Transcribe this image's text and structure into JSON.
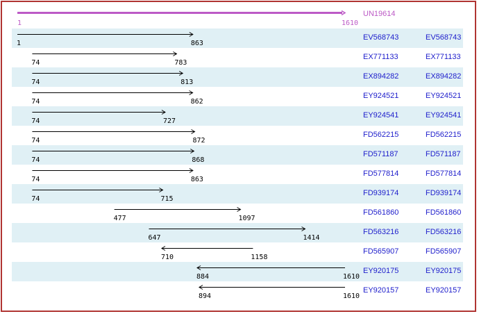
{
  "colors": {
    "reference": "#bc5ac6",
    "accession_link": "#2020cc",
    "row_shade": "#e0f0f5",
    "frame_border": "#b03432",
    "alignment_arrow": "#000000"
  },
  "chart_data": {
    "type": "bar",
    "subtype": "sequence-alignment-map",
    "axis_range": [
      1,
      1610
    ],
    "grid": false,
    "reference": {
      "id": "UN19614",
      "start": 1,
      "end": 1610,
      "strand": "forward"
    },
    "alignments": [
      {
        "id": "EV568743",
        "start": 1,
        "end": 863,
        "strand": "forward"
      },
      {
        "id": "EX771133",
        "start": 74,
        "end": 783,
        "strand": "forward"
      },
      {
        "id": "EX894282",
        "start": 74,
        "end": 813,
        "strand": "forward"
      },
      {
        "id": "EY924521",
        "start": 74,
        "end": 862,
        "strand": "forward"
      },
      {
        "id": "EY924541",
        "start": 74,
        "end": 727,
        "strand": "forward"
      },
      {
        "id": "FD562215",
        "start": 74,
        "end": 872,
        "strand": "forward"
      },
      {
        "id": "FD571187",
        "start": 74,
        "end": 868,
        "strand": "forward"
      },
      {
        "id": "FD577814",
        "start": 74,
        "end": 863,
        "strand": "forward"
      },
      {
        "id": "FD939174",
        "start": 74,
        "end": 715,
        "strand": "forward"
      },
      {
        "id": "FD561860",
        "start": 477,
        "end": 1097,
        "strand": "forward"
      },
      {
        "id": "FD563216",
        "start": 647,
        "end": 1414,
        "strand": "forward"
      },
      {
        "id": "FD565907",
        "start": 710,
        "end": 1158,
        "strand": "reverse"
      },
      {
        "id": "EY920175",
        "start": 884,
        "end": 1610,
        "strand": "reverse"
      },
      {
        "id": "EY920157",
        "start": 894,
        "end": 1610,
        "strand": "reverse"
      }
    ]
  }
}
